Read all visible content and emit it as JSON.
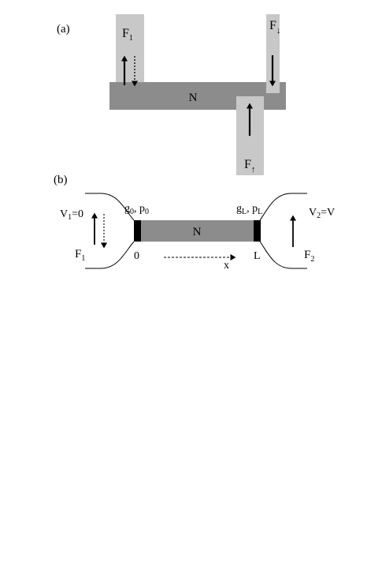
{
  "panel_a": {
    "label": "(a)",
    "normal_metal": {
      "label": "N",
      "color": "#8c8c8c"
    },
    "ferromagnet_color": "#c8c8c8",
    "ferromagnets": [
      {
        "label_main": "F",
        "label_sub": "1",
        "magnetization": "up",
        "spin_accumulation": "down-dotted"
      },
      {
        "label_main": "F",
        "label_sub": "↓",
        "magnetization": "down"
      },
      {
        "label_main": "F",
        "label_sub": "↑",
        "magnetization": "up"
      }
    ]
  },
  "panel_b": {
    "label": "(b)",
    "normal_metal": {
      "label": "N",
      "color": "#8c8c8c"
    },
    "contact_left": {
      "g": "g",
      "g_sub": "0",
      "p": "p",
      "p_sub": "0"
    },
    "contact_right": {
      "g": "g",
      "g_sub": "L",
      "p": "p",
      "p_sub": "L"
    },
    "left_reservoir": {
      "voltage_main": "V",
      "voltage_sub": "1",
      "voltage_rest": "=0",
      "label_main": "F",
      "label_sub": "1"
    },
    "right_reservoir": {
      "voltage_main": "V",
      "voltage_sub": "2",
      "voltage_rest": "=V",
      "label_main": "F",
      "label_sub": "2"
    },
    "axis": {
      "start": "0",
      "end": "L",
      "variable": "x"
    }
  }
}
